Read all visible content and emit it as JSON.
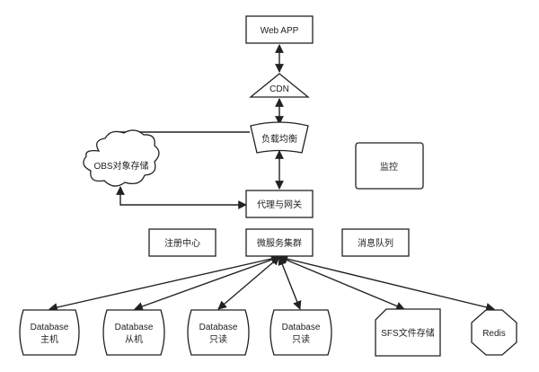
{
  "nodes": {
    "web_app": "Web APP",
    "cdn": "CDN",
    "load_balancer": "负载均衡",
    "obs_storage": "OBS对象存储",
    "monitor": "监控",
    "proxy_gateway": "代理与网关",
    "registry": "注册中心",
    "microservice_cluster": "微服务集群",
    "message_queue": "消息队列",
    "db_master": {
      "line1": "Database",
      "line2": "主机"
    },
    "db_slave": {
      "line1": "Database",
      "line2": "从机"
    },
    "db_readonly_1": {
      "line1": "Database",
      "line2": "只读"
    },
    "db_readonly_2": {
      "line1": "Database",
      "line2": "只读"
    },
    "sfs_storage": "SFS文件存储",
    "redis": "Redis"
  }
}
